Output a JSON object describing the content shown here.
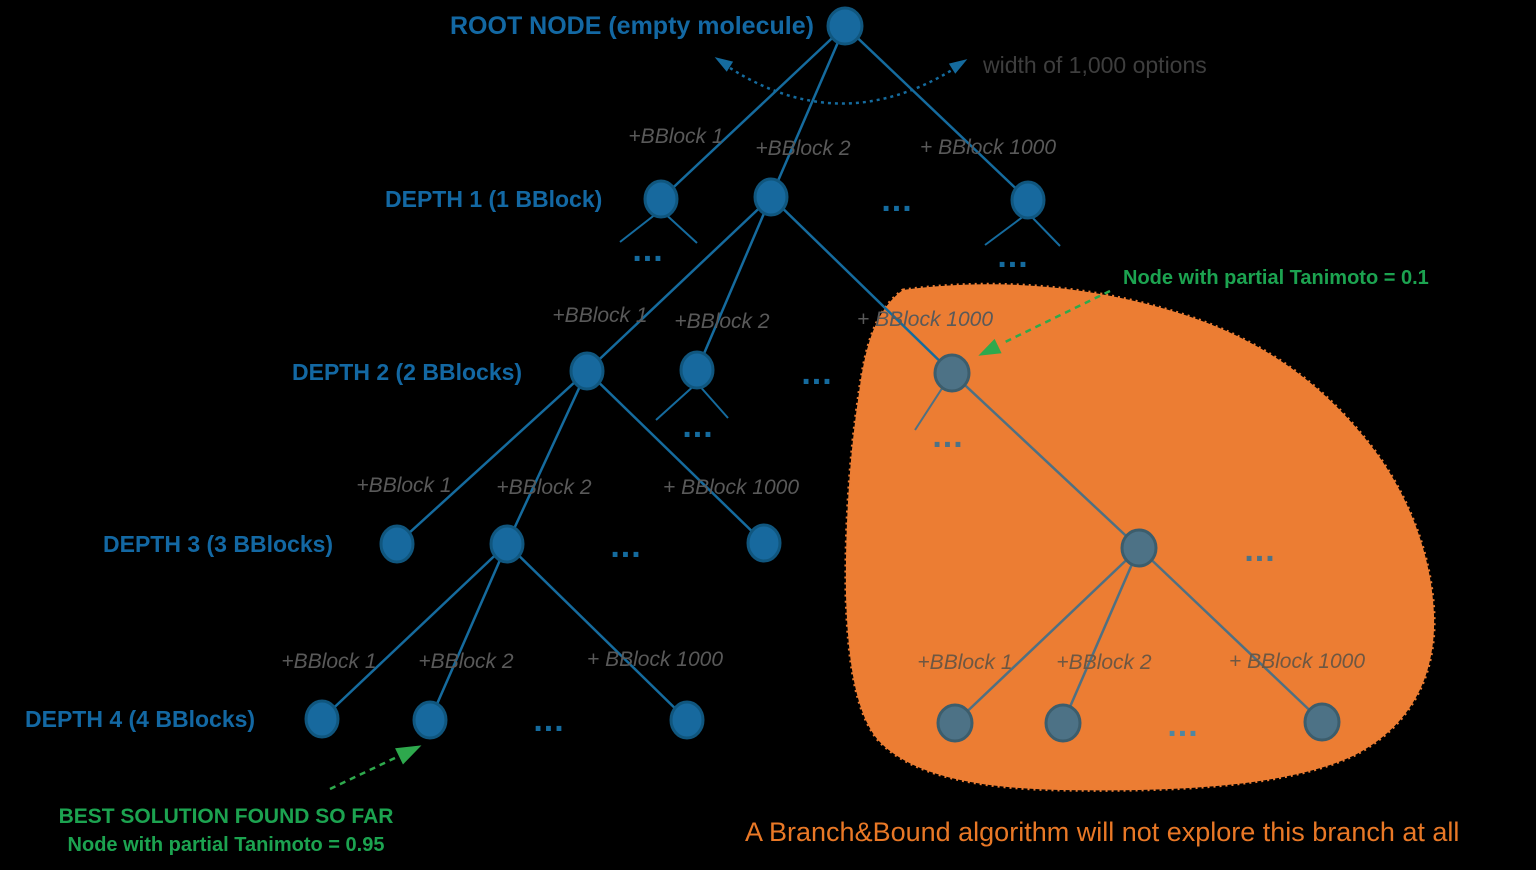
{
  "diagram": {
    "root_label": "ROOT NODE (empty molecule)",
    "width_annotation": "width of 1,000 options",
    "depth_labels": [
      "DEPTH 1 (1 BBlock)",
      "DEPTH 2 (2 BBlocks)",
      "DEPTH 3 (3 BBlocks)",
      "DEPTH 4 (4 BBlocks)"
    ],
    "edge_labels": {
      "bblock1": "+BBlock 1",
      "bblock2": "+BBlock 2",
      "bblock1000": "+ BBlock 1000"
    },
    "ellipsis": "...",
    "annotations": {
      "partial_tanimoto_low": "Node with partial Tanimoto = 0.1",
      "best_solution_title": "BEST SOLUTION FOUND SO FAR",
      "best_solution_detail": "Node with partial Tanimoto = 0.95",
      "branch_and_bound": "A Branch&Bound algorithm will not explore this branch at all"
    },
    "colors": {
      "background": "#000000",
      "tree_blue": "#156B9E",
      "blue_text": "#1368A3",
      "node_fill": "#17699E",
      "node_stroke": "#10567E",
      "edge_label_gray": "#595959",
      "width_text_gray": "#3E3E3E",
      "green_text": "#1CA350",
      "green_arrow": "#2EA94D",
      "pruned_region_orange": "#EC7D33",
      "orange_text": "#E97826",
      "pruned_node_fill": "#4D7286",
      "pruned_node_stroke": "#3C5D6C",
      "pruned_edge": "#4F7082",
      "pruned_dots_light": "#4F86A0"
    }
  }
}
